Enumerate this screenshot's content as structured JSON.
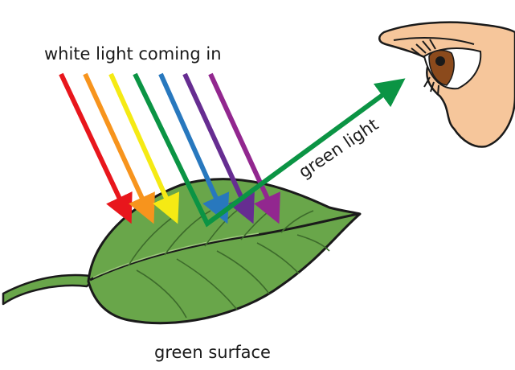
{
  "labels": {
    "incoming": "white light coming in",
    "reflected": "green light",
    "surface": "green surface"
  },
  "colors": {
    "red": "#e8161c",
    "orange": "#f7941d",
    "yellow": "#f5ea14",
    "green": "#0b9444",
    "blue": "#2878be",
    "indigo": "#662d91",
    "violet": "#92278f",
    "leaf_fill": "#69a64a",
    "leaf_vein": "#3d6b2b",
    "skin": "#f6c69b",
    "iris": "#8b4a1c"
  },
  "incoming_rays": [
    {
      "name": "red",
      "color": "#e8161c"
    },
    {
      "name": "orange",
      "color": "#f7941d"
    },
    {
      "name": "yellow",
      "color": "#f5ea14"
    },
    {
      "name": "green",
      "color": "#0b9444"
    },
    {
      "name": "blue",
      "color": "#2878be"
    },
    {
      "name": "indigo",
      "color": "#662d91"
    },
    {
      "name": "violet",
      "color": "#92278f"
    }
  ]
}
